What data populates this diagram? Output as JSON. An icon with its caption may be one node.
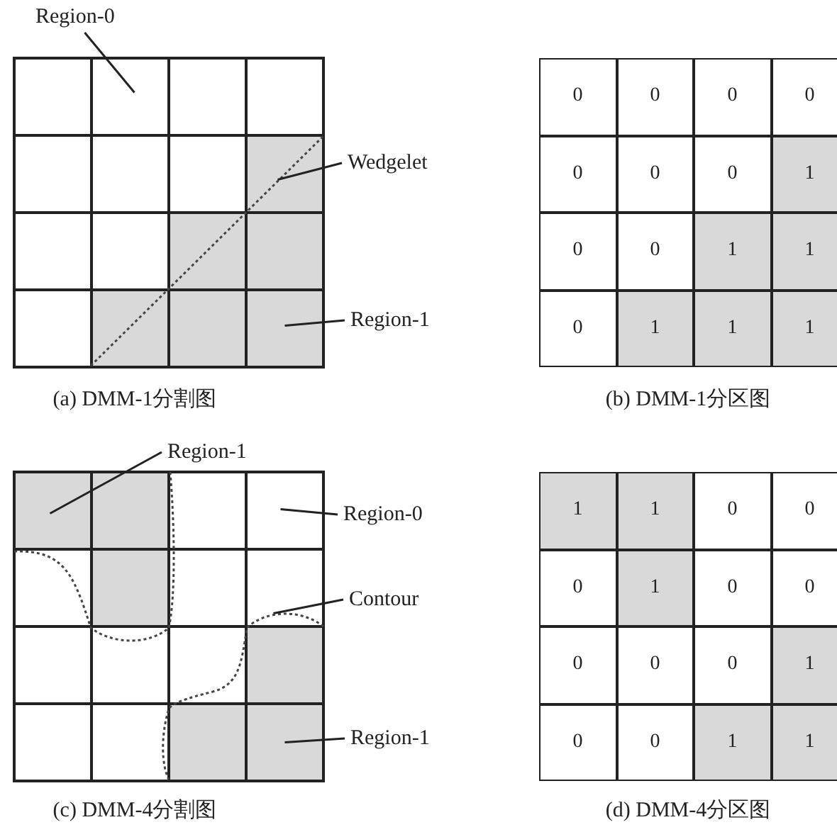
{
  "diagram": {
    "nodes": [
      {
        "text": [
          "Region-0"
        ]
      },
      {
        "text": [
          "Wedgelet"
        ]
      },
      {
        "text": [
          "Region-1"
        ]
      },
      {
        "text": [
          "Region-1"
        ]
      },
      {
        "text": [
          "Region-0"
        ]
      },
      {
        "text": [
          "Contour"
        ]
      },
      {
        "text": [
          "Region-1"
        ]
      },
      {
        "text": [],
        "shape": "box"
      },
      {
        "text": [],
        "shape": "box"
      },
      {
        "text": [],
        "shape": "box"
      },
      {
        "text": [],
        "shape": "box"
      },
      {
        "text": [],
        "shape": "box"
      },
      {
        "text": [],
        "shape": "box"
      },
      {
        "text": [],
        "shape": "box"
      }
    ],
    "edges": [
      {
        "from": 0,
        "to": 7,
        "arrow": "none"
      },
      {
        "from": 1,
        "to": 8,
        "arrow": "none"
      },
      {
        "from": 2,
        "to": 9,
        "arrow": "none"
      },
      {
        "from": 3,
        "to": 10,
        "arrow": "none"
      },
      {
        "from": 4,
        "to": 11,
        "arrow": "none"
      },
      {
        "from": 5,
        "to": 12,
        "arrow": "none"
      },
      {
        "from": 6,
        "to": 13,
        "arrow": "none"
      }
    ],
    "labels": [
      "0",
      "0",
      "0",
      "0",
      "0",
      "0",
      "0",
      "1",
      "0",
      "0",
      "1",
      "1",
      "0",
      "1",
      "1",
      "1",
      "(a) DMM-1分割图",
      "(b) DMM-1分区图",
      "1",
      "1",
      "0",
      "0",
      "0",
      "1",
      "0",
      "0",
      "0",
      "0",
      "0",
      "1",
      "0",
      "0",
      "1",
      "1",
      "(c) DMM-4分割图",
      "(d) DMM-4分区图"
    ]
  }
}
